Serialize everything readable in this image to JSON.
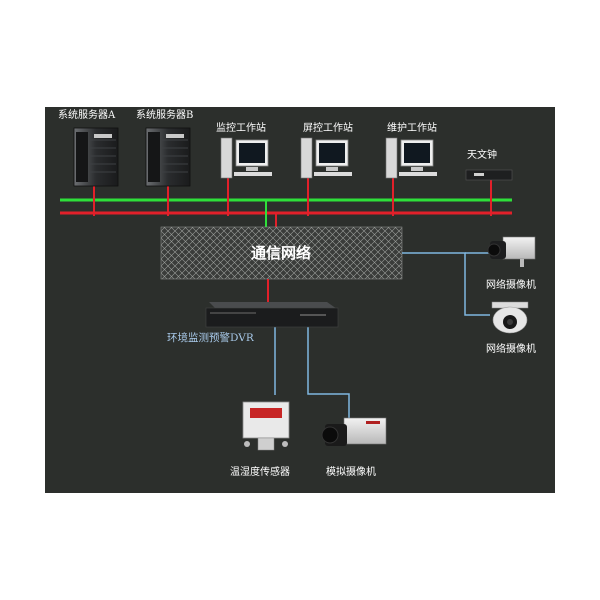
{
  "servers": [
    {
      "label": "系统服务器A"
    },
    {
      "label": "系统服务器B"
    }
  ],
  "workstations": [
    {
      "label": "监控工作站"
    },
    {
      "label": "屏控工作站"
    },
    {
      "label": "维护工作站"
    }
  ],
  "clock": {
    "label": "天文钟"
  },
  "network": {
    "label": "通信网络"
  },
  "dvr": {
    "label": "环境监测预警DVR"
  },
  "ip_cameras": [
    {
      "label": "网络摄像机"
    },
    {
      "label": "网络摄像机"
    }
  ],
  "sensor": {
    "label": "温湿度传感器"
  },
  "analog_camera": {
    "label": "模拟摄像机"
  },
  "colors": {
    "background": "#2c2f2c",
    "green_bus": "#2ee03a",
    "red_bus": "#e2202a",
    "blue_link": "#7fb7e0"
  }
}
